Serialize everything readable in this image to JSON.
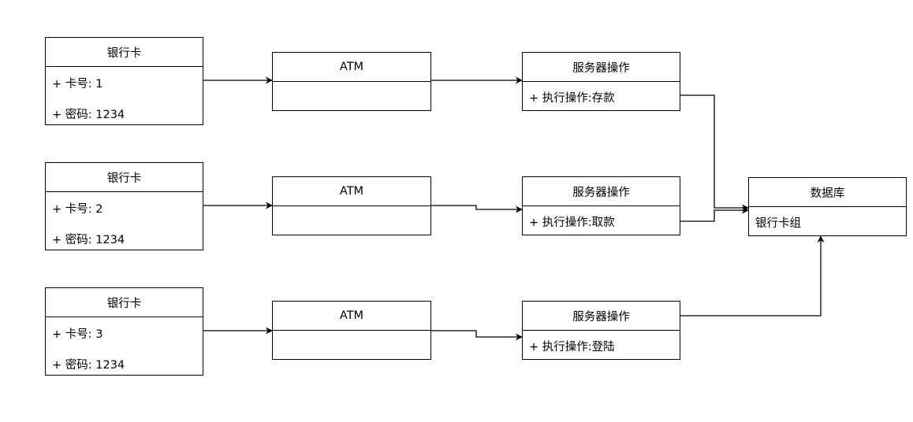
{
  "cards": [
    {
      "title": "银行卡",
      "fields": [
        "+ 卡号: 1",
        "+ 密码: 1234"
      ]
    },
    {
      "title": "银行卡",
      "fields": [
        "+ 卡号: 2",
        "+ 密码: 1234"
      ]
    },
    {
      "title": "银行卡",
      "fields": [
        "+ 卡号: 3",
        "+ 密码: 1234"
      ]
    }
  ],
  "atms": [
    {
      "title": "ATM"
    },
    {
      "title": "ATM"
    },
    {
      "title": "ATM"
    }
  ],
  "servers": [
    {
      "title": "服务器操作",
      "fields": [
        "+ 执行操作:存款"
      ]
    },
    {
      "title": "服务器操作",
      "fields": [
        "+ 执行操作:取款"
      ]
    },
    {
      "title": "服务器操作",
      "fields": [
        "+ 执行操作:登陆"
      ]
    }
  ],
  "database": {
    "title": "数据库",
    "fields": [
      "银行卡组"
    ]
  }
}
